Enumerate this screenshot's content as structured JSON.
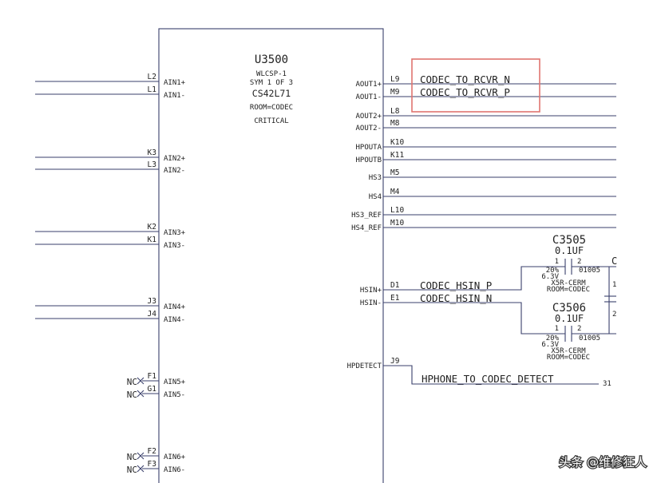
{
  "ic": {
    "ref": "U3500",
    "package": "WLCSP-1",
    "symbol": "SYM 1 OF 3",
    "part": "CS42L71",
    "room": "ROOM=CODEC",
    "critical": "CRITICAL"
  },
  "left_pins": [
    {
      "num": "L2",
      "label": "AIN1+"
    },
    {
      "num": "L1",
      "label": "AIN1-"
    },
    {
      "num": "K3",
      "label": "AIN2+"
    },
    {
      "num": "L3",
      "label": "AIN2-"
    },
    {
      "num": "K2",
      "label": "AIN3+"
    },
    {
      "num": "K1",
      "label": "AIN3-"
    },
    {
      "num": "J3",
      "label": "AIN4+"
    },
    {
      "num": "J4",
      "label": "AIN4-"
    },
    {
      "num": "F1",
      "label": "AIN5+",
      "nc": "NC"
    },
    {
      "num": "G1",
      "label": "AIN5-",
      "nc": "NC"
    },
    {
      "num": "F2",
      "label": "AIN6+",
      "nc": "NC"
    },
    {
      "num": "F3",
      "label": "AIN6-",
      "nc": "NC"
    }
  ],
  "right_pins": [
    {
      "num": "L9",
      "label": "AOUT1+",
      "net": "CODEC_TO_RCVR_N"
    },
    {
      "num": "M9",
      "label": "AOUT1-",
      "net": "CODEC_TO_RCVR_P"
    },
    {
      "num": "L8",
      "label": "AOUT2+"
    },
    {
      "num": "M8",
      "label": "AOUT2-"
    },
    {
      "num": "K10",
      "label": "HPOUTA"
    },
    {
      "num": "K11",
      "label": "HPOUTB"
    },
    {
      "num": "M5",
      "label": "HS3"
    },
    {
      "num": "M4",
      "label": "HS4"
    },
    {
      "num": "L10",
      "label": "HS3_REF"
    },
    {
      "num": "M10",
      "label": "HS4_REF"
    },
    {
      "num": "D1",
      "label": "HSIN+",
      "net": "CODEC_HSIN_P"
    },
    {
      "num": "E1",
      "label": "HSIN-",
      "net": "CODEC_HSIN_N"
    },
    {
      "num": "J9",
      "label": "HPDETECT",
      "net": "HPHONE_TO_CODEC_DETECT",
      "sheet_ref": "31"
    }
  ],
  "capacitors": [
    {
      "ref": "C3505",
      "value": "0.1UF",
      "pin1": "1",
      "pin2": "2",
      "tol": "20%",
      "voltage": "6.3V",
      "size": "01005",
      "dielectric": "X5R-CERM",
      "room": "ROOM=CODEC"
    },
    {
      "ref": "C3506",
      "value": "0.1UF",
      "pin1": "1",
      "pin2": "2",
      "tol": "20%",
      "voltage": "6.3V",
      "size": "01005",
      "dielectric": "X5R-CERM",
      "room": "ROOM=CODEC"
    }
  ],
  "edge_fragments": {
    "c3505_right": "C",
    "c3505_side_pin": "1",
    "c3506_side_pin": "2"
  },
  "watermark": "头条 @维修狂人",
  "colors": {
    "wire": "#3a3f6b",
    "highlight": "#e0756f",
    "text": "#222222"
  }
}
